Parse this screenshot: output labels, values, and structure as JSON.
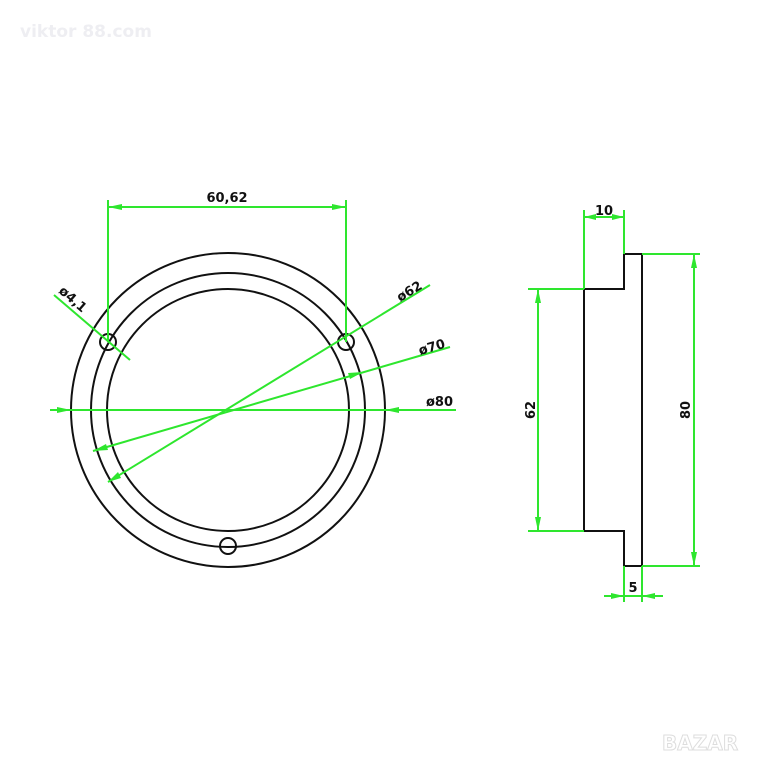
{
  "watermark": "viktor 88.com",
  "logo": "BAZAR",
  "front_view": {
    "hole_spacing": "60,62",
    "hole_diameter": "ø4,1",
    "inner_diameter": "ø62",
    "mid_diameter": "ø70",
    "outer_diameter": "ø80"
  },
  "side_view": {
    "step_width": "10",
    "inner_height": "62",
    "outer_height": "80",
    "flange_thickness": "5"
  },
  "colors": {
    "dimension": "#2ee62e",
    "outline": "#111111"
  }
}
